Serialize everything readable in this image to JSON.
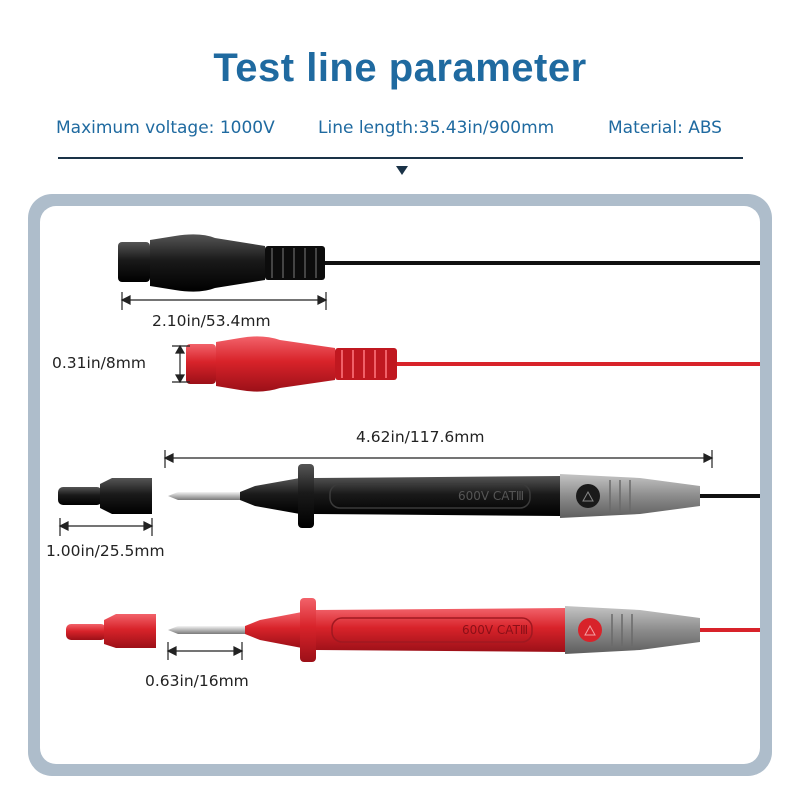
{
  "header": {
    "title": "Test line parameter",
    "params": {
      "voltage": "Maximum voltage: 1000V",
      "length": "Line length:35.43in/900mm",
      "material": "Material: ABS"
    }
  },
  "dimensions": {
    "plug_length": "2.10in/53.4mm",
    "plug_diameter": "0.31in/8mm",
    "probe_length": "4.62in/117.6mm",
    "cap_length": "1.00in/25.5mm",
    "tip_length": "0.63in/16mm"
  },
  "probe_marking": {
    "black": "600V CATⅢ",
    "red": "600V CATⅢ"
  },
  "colors": {
    "brand_blue": "#1f6aa0",
    "frame": "#aebdcb",
    "black_lead": "#1c1c1c",
    "red_lead": "#d8232a",
    "gray_handle": "#8a8a8a"
  }
}
